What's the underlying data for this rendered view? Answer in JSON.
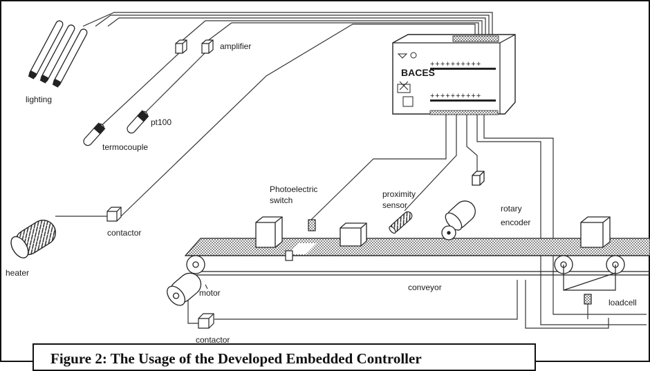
{
  "diagram": {
    "labels": {
      "lighting": "lighting",
      "amplifier": "amplifier",
      "pt100": "pt100",
      "termocouple": "termocouple",
      "baces": "BACES",
      "photo1": "Photoelectric",
      "photo2": "switch",
      "prox1": "proximity",
      "prox2": "sensor",
      "rotary1": "rotary",
      "rotary2": "encoder",
      "contactor_top": "contactor",
      "heater": "heater",
      "motor": "motor",
      "conveyor": "conveyor",
      "contactor_bottom": "contactor",
      "loadcell": "loadcell"
    },
    "caption": "Figure 2: The Usage of the Developed Embedded Controller"
  }
}
